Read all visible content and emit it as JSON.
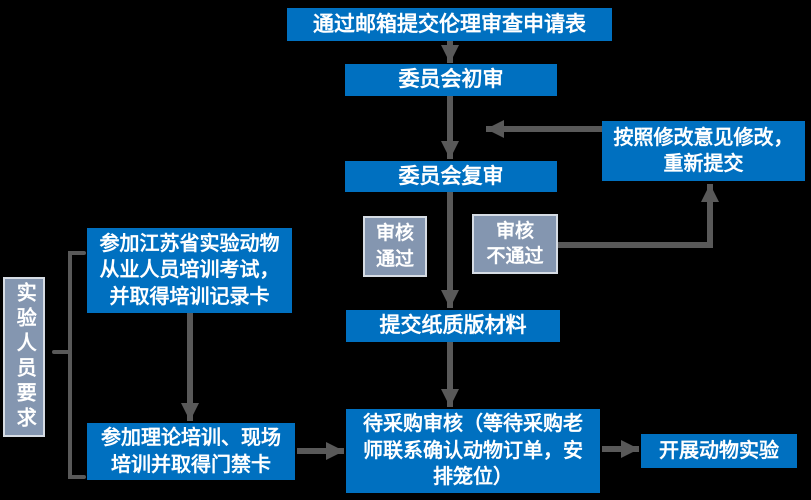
{
  "diagram": {
    "type": "flowchart",
    "subject": "animal-ethics-review-process",
    "background": "#000000",
    "colors": {
      "process_box": "#0070C0",
      "label_box": "#8496B0",
      "label_box_border": "#D6DCE4",
      "arrow": "#595959",
      "text": "#FFFFFF"
    },
    "nodes": {
      "submit_email": {
        "label": "通过邮箱提交伦理审查申请表"
      },
      "initial_review": {
        "label": "委员会初审"
      },
      "re_review": {
        "label": "委员会复审"
      },
      "revise_resubmit": {
        "label": "按照修改意见修改，\n重新提交"
      },
      "review_passed": {
        "label": "审核\n通过"
      },
      "review_failed": {
        "label": "审核\n不通过"
      },
      "submit_paper": {
        "label": "提交纸质版材料"
      },
      "training_exam": {
        "label": "参加江苏省实验动物\n从业人员培训考试，\n并取得培训记录卡"
      },
      "personnel_requirement": {
        "label": "实验人员要求"
      },
      "onsite_training": {
        "label": "参加理论培训、现场\n培训并取得门禁卡"
      },
      "procurement_review": {
        "label": "待采购审核（等待采购老\n师联系确认动物订单，安\n排笼位）"
      },
      "conduct_experiment": {
        "label": "开展动物实验"
      }
    }
  }
}
